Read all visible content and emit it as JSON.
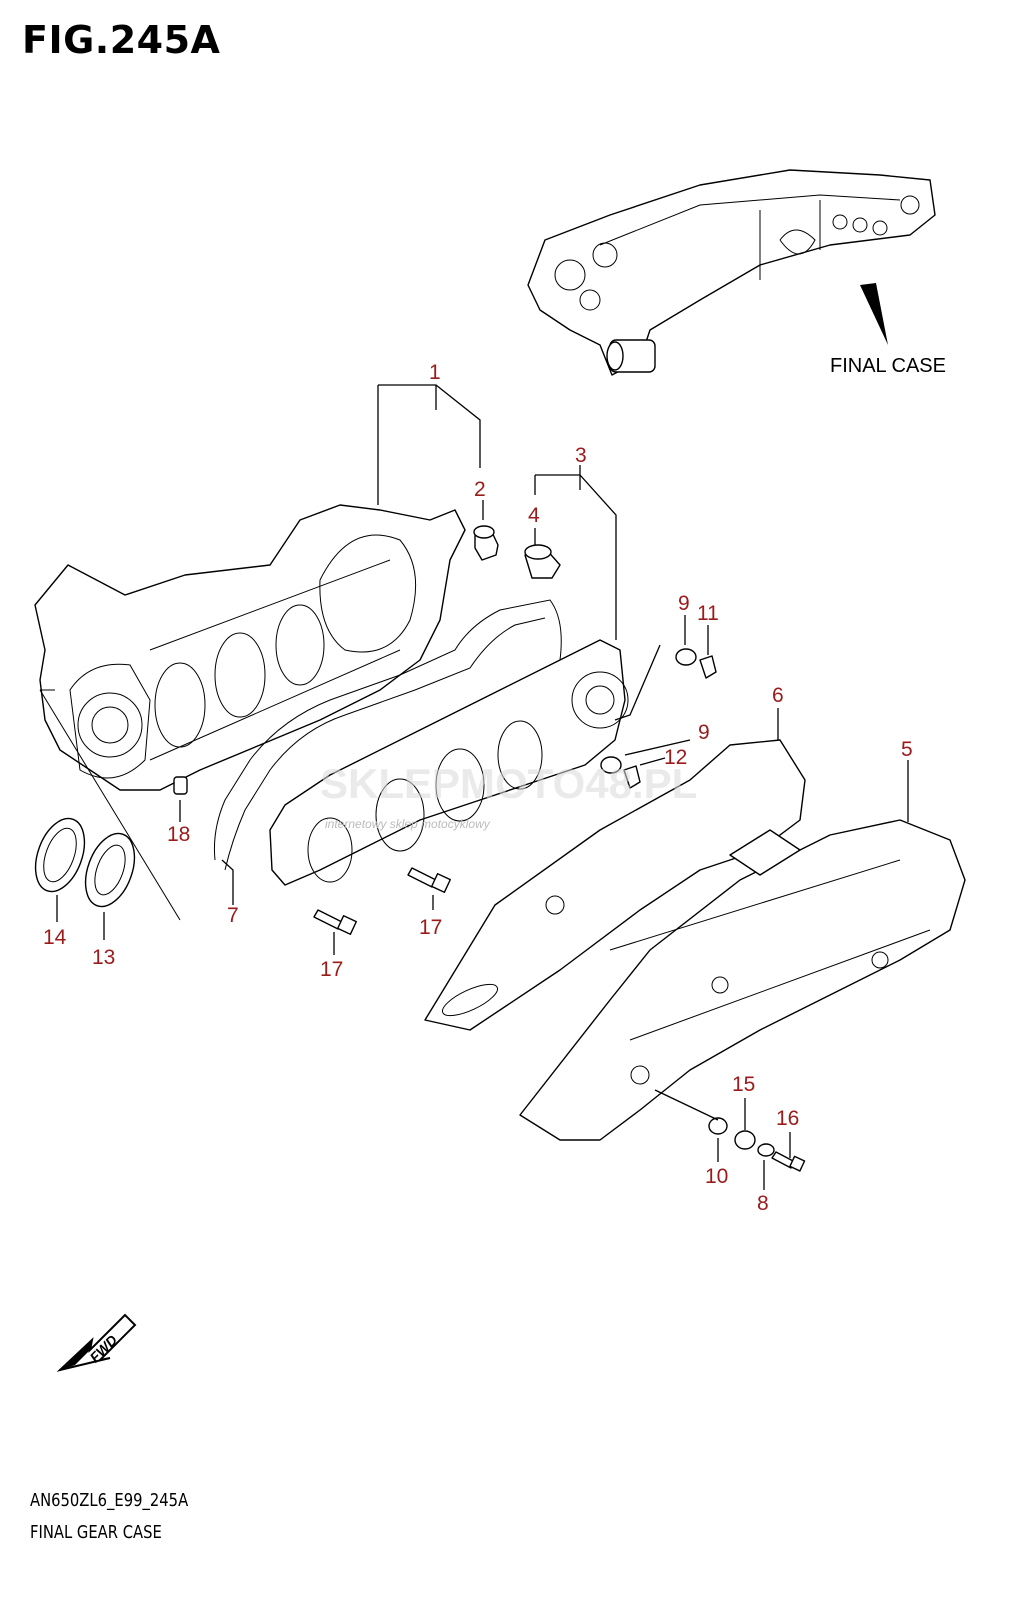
{
  "figure": {
    "title": "FIG.245A",
    "model_code": "AN650ZL6_E99_245A",
    "name": "FINAL GEAR CASE"
  },
  "callouts": {
    "final_case_label": "FINAL CASE",
    "fwd_label": "FWD",
    "watermark": "SKLEPMOTO48.PL",
    "watermark_sub": "internetowy sklep motocyklowy"
  },
  "part_numbers": {
    "p1": "1",
    "p2": "2",
    "p3": "3",
    "p4": "4",
    "p5": "5",
    "p6": "6",
    "p7": "7",
    "p8": "8",
    "p9a": "9",
    "p9b": "9",
    "p10": "10",
    "p11": "11",
    "p12": "12",
    "p13": "13",
    "p14": "14",
    "p15": "15",
    "p16": "16",
    "p17a": "17",
    "p17b": "17",
    "p18": "18"
  },
  "colors": {
    "label": "#9b1b1b",
    "line": "#000000",
    "watermark": "#d9d9d9"
  }
}
